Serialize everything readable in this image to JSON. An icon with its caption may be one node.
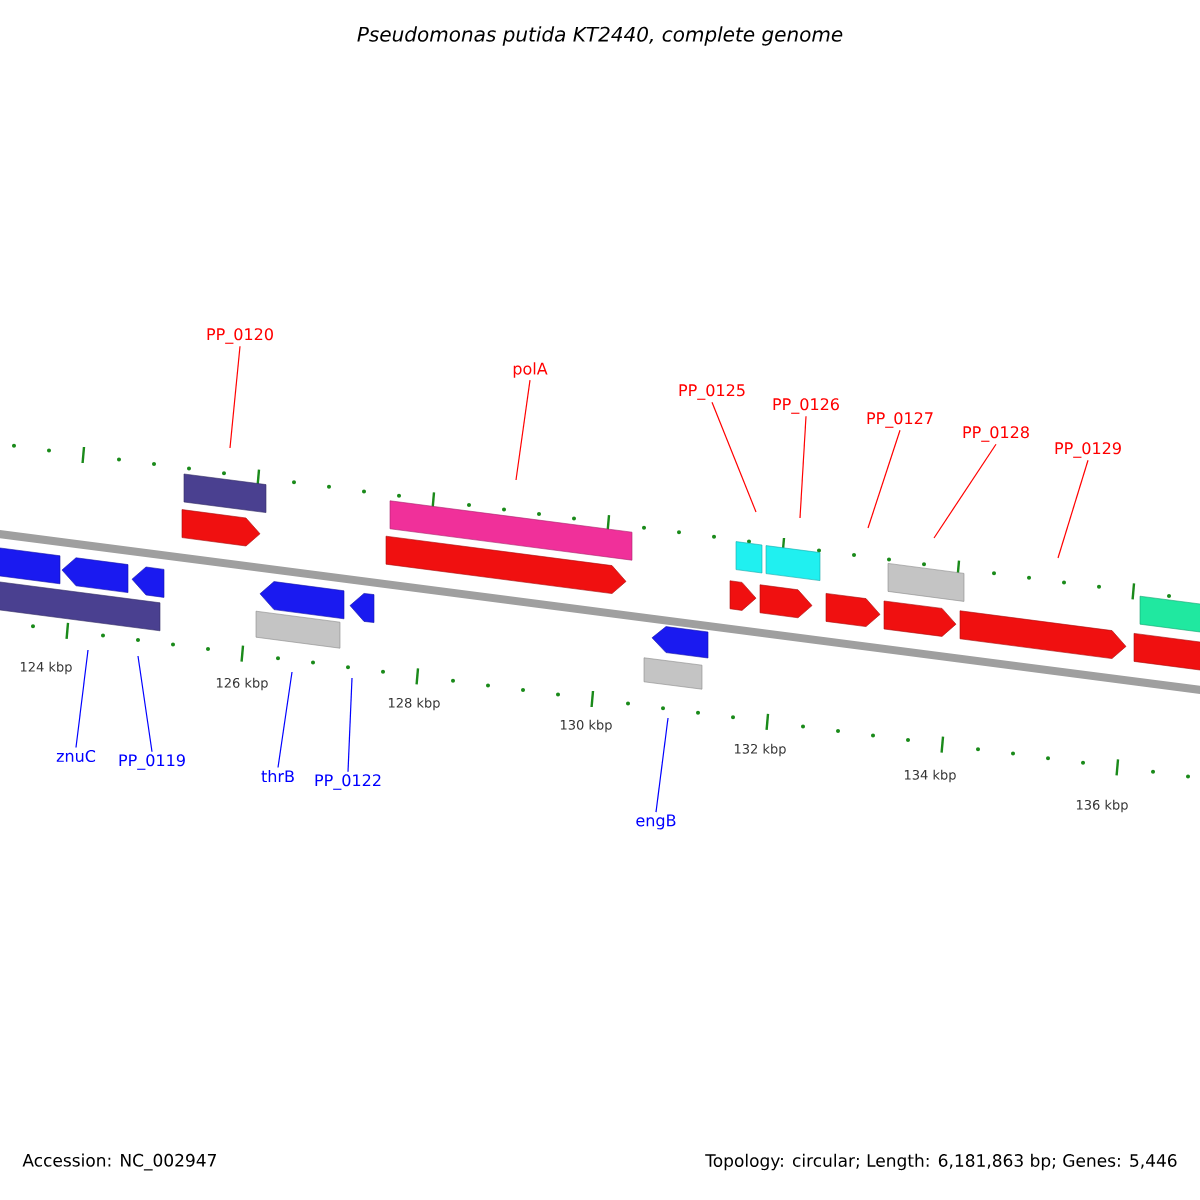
{
  "diagram": {
    "title": "Pseudomonas putida KT2440, complete genome",
    "nodes": [
      {
        "text": [
          "PP_0120"
        ]
      },
      {
        "text": [
          "polA"
        ]
      },
      {
        "text": [
          "PP_0125"
        ]
      },
      {
        "text": [
          "PP_0126"
        ]
      },
      {
        "text": [
          "PP_0127"
        ]
      },
      {
        "text": [
          "PP_0128"
        ]
      },
      {
        "text": [
          "PP_0129"
        ]
      },
      {
        "text": [
          "znuC"
        ]
      },
      {
        "text": [
          "PP_0119"
        ]
      },
      {
        "text": [
          "thrB"
        ]
      },
      {
        "text": [
          "PP_0122"
        ]
      },
      {
        "text": [
          "engB"
        ]
      }
    ],
    "edges": [
      {
        "from": 0,
        "to": null,
        "arrow": "none"
      },
      {
        "from": 1,
        "to": null,
        "arrow": "none"
      },
      {
        "from": 2,
        "to": null,
        "arrow": "none"
      },
      {
        "from": 3,
        "to": null,
        "arrow": "none"
      },
      {
        "from": 4,
        "to": null,
        "arrow": "none"
      },
      {
        "from": 5,
        "to": null,
        "arrow": "none"
      },
      {
        "from": 6,
        "to": null,
        "arrow": "none"
      },
      {
        "from": 7,
        "to": null,
        "arrow": "none",
        "color": "#0000ff"
      },
      {
        "from": 8,
        "to": null,
        "arrow": "none",
        "color": "#0000ff"
      },
      {
        "from": 9,
        "to": null,
        "arrow": "none",
        "color": "#0000ff"
      },
      {
        "from": 10,
        "to": null,
        "arrow": "none",
        "color": "#0000ff"
      },
      {
        "from": 11,
        "to": null,
        "arrow": "none",
        "color": "#0000ff"
      }
    ],
    "labels": [
      "124 kbp",
      "126 kbp",
      "128 kbp",
      "130 kbp",
      "132 kbp",
      "134 kbp",
      "136 kbp",
      "Accession: NC_002947",
      "Topology: circular; Length: 6,181,863 bp; Genes: 5,446"
    ]
  }
}
